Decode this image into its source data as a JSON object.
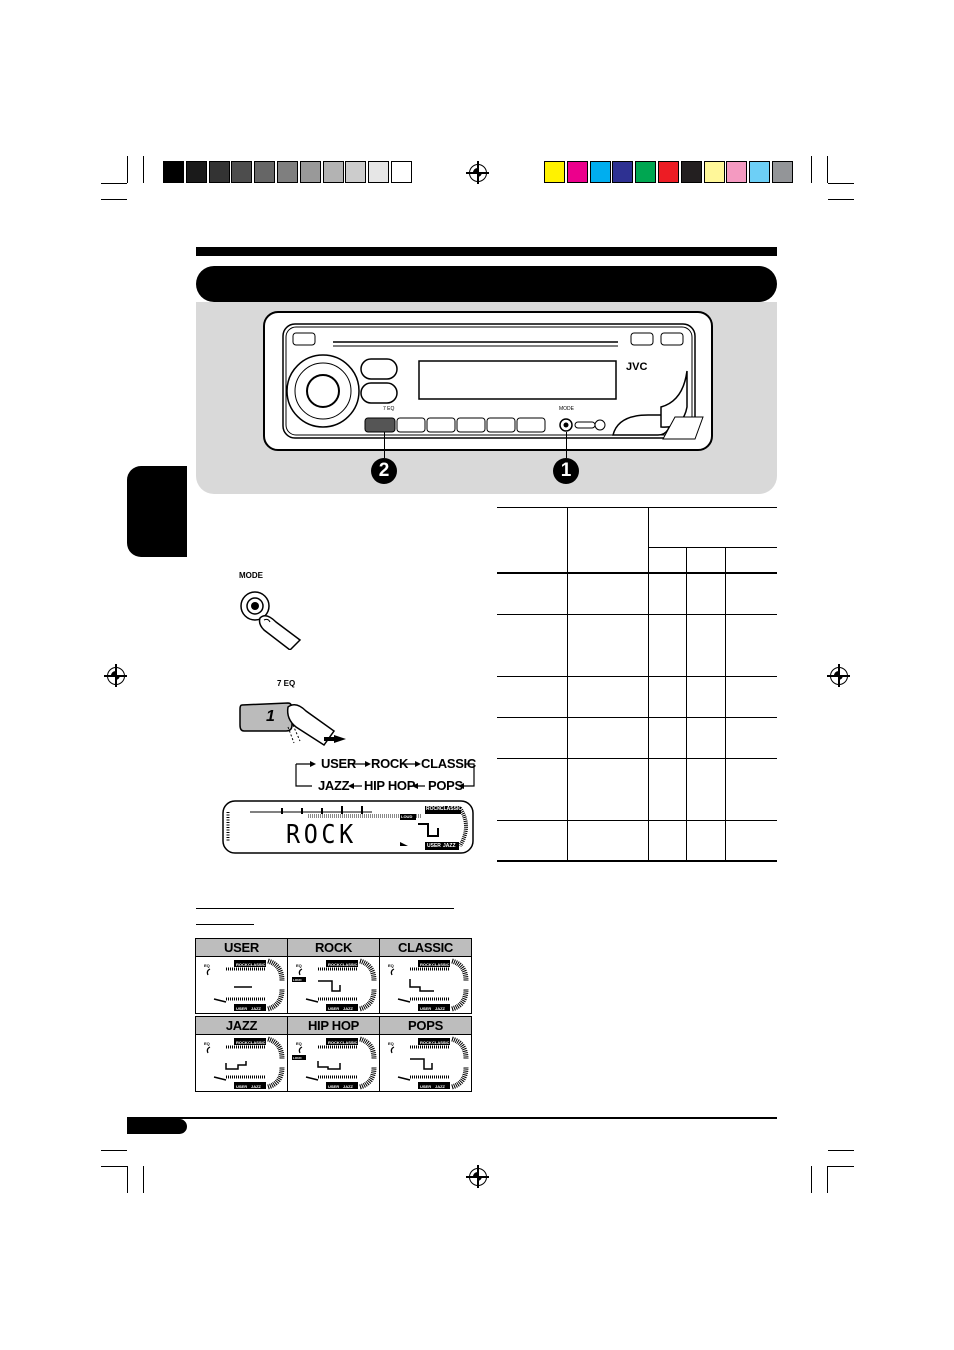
{
  "color_bar_left": [
    "#000000",
    "#1a1a1a",
    "#333333",
    "#4d4d4d",
    "#666666",
    "#7f7f7f",
    "#999999",
    "#b3b3b3",
    "#cccccc",
    "#e6e6e6",
    "#ffffff"
  ],
  "color_bar_right": [
    "#fff200",
    "#ec008c",
    "#00aeef",
    "#2e3192",
    "#00a651",
    "#ed1c24",
    "#231f20",
    "#fff799",
    "#f49ac1",
    "#6dcff6",
    "#939598"
  ],
  "panel": {
    "brand": "JVC",
    "mode_label": "MODE",
    "eq_label": "7 EQ",
    "callout_1": "1",
    "callout_2": "2"
  },
  "steps": {
    "mode_label": "MODE",
    "eq_label": "7 EQ",
    "eq_button_digit": "1",
    "cycle": {
      "row1": [
        "USER",
        "ROCK",
        "CLASSIC"
      ],
      "row2": [
        "JAZZ",
        "HIP HOP",
        "POPS"
      ]
    },
    "display_text": "ROCK",
    "display_tags": {
      "rock": "ROCK",
      "classic": "CLASSIC",
      "loud": "LOUD",
      "user": "USER",
      "jazz": "JAZZ"
    }
  },
  "eq_grid": {
    "row1": [
      "USER",
      "ROCK",
      "CLASSIC"
    ],
    "row2": [
      "JAZZ",
      "HIP HOP",
      "POPS"
    ]
  },
  "mini_tags": {
    "eq": "EQ",
    "rock": "ROCK",
    "classic": "CLASSIC",
    "user": "USER",
    "jazz": "JAZZ",
    "loud": "LOUD"
  }
}
